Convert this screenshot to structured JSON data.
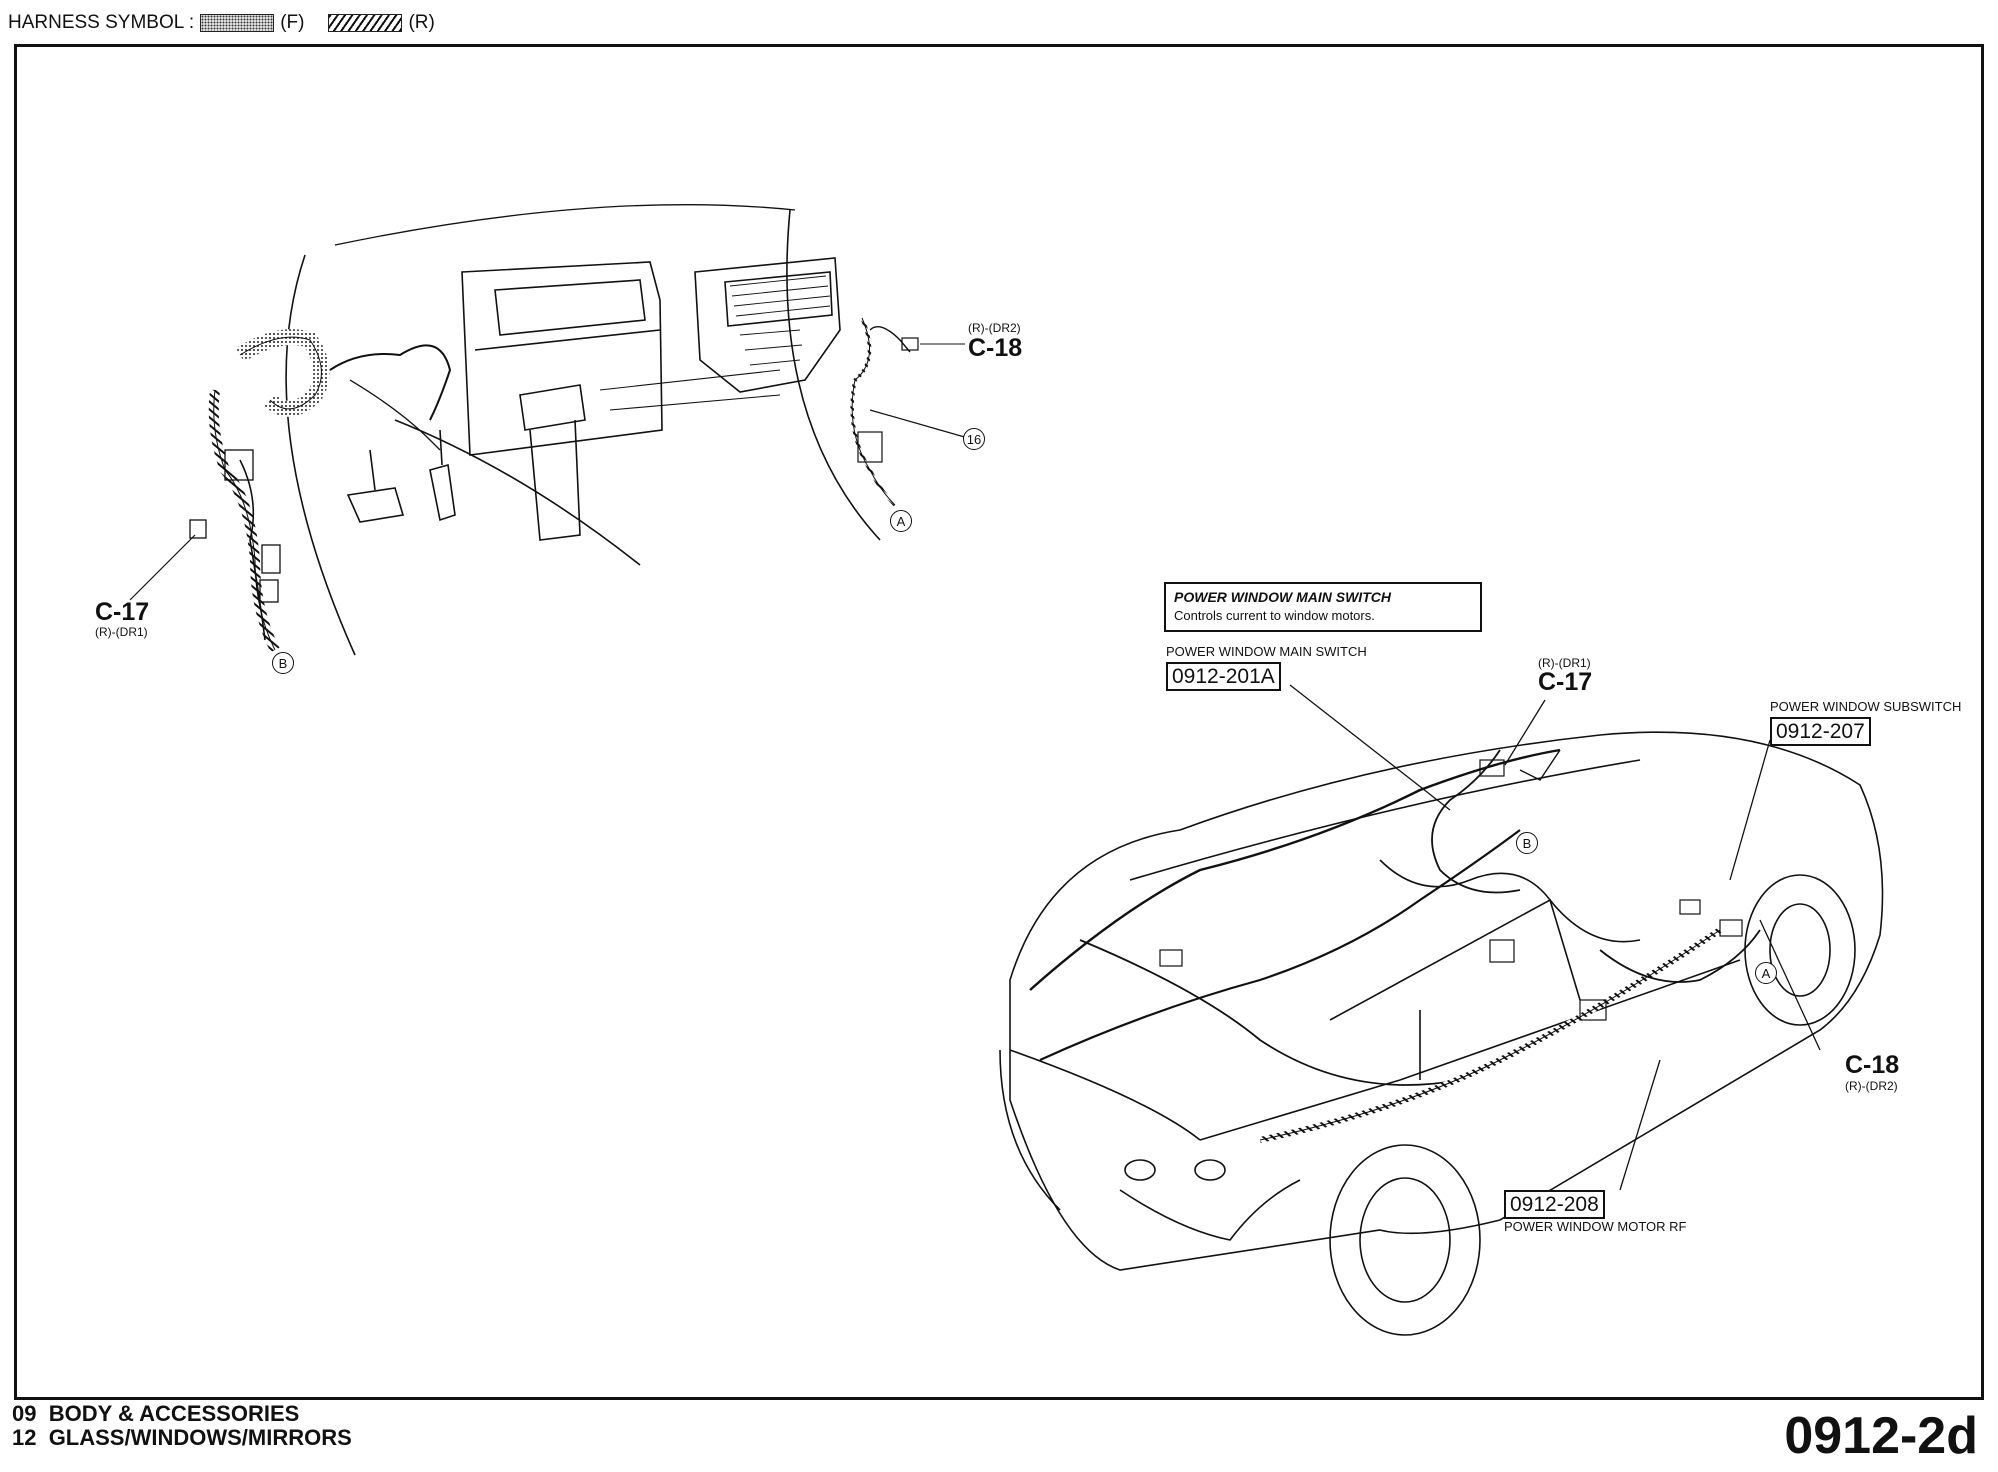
{
  "header": {
    "prefix": "HARNESS SYMBOL :",
    "front_label": "(F)",
    "rear_label": "(R)"
  },
  "dash_view": {
    "c18": {
      "code": "C-18",
      "sub": "(R)-(DR2)"
    },
    "c17": {
      "code": "C-17",
      "sub": "(R)-(DR1)"
    },
    "ref_16": "16",
    "ref_a": "A",
    "ref_b": "B"
  },
  "car_view": {
    "info_box": {
      "title": "POWER WINDOW MAIN SWITCH",
      "desc": "Controls current to window motors."
    },
    "main_switch": {
      "caption": "POWER WINDOW MAIN SWITCH",
      "ref": "0912-201A"
    },
    "c17": {
      "code": "C-17",
      "sub": "(R)-(DR1)"
    },
    "subswitch": {
      "caption": "POWER WINDOW SUBSWITCH",
      "ref": "0912-207"
    },
    "c18": {
      "code": "C-18",
      "sub": "(R)-(DR2)"
    },
    "motor_rf": {
      "caption": "POWER WINDOW MOTOR RF",
      "ref": "0912-208"
    },
    "ref_a": "A",
    "ref_b": "B"
  },
  "footer": {
    "line1": "09  BODY & ACCESSORIES",
    "line2": "12  GLASS/WINDOWS/MIRRORS",
    "page_id": "0912-2d"
  }
}
